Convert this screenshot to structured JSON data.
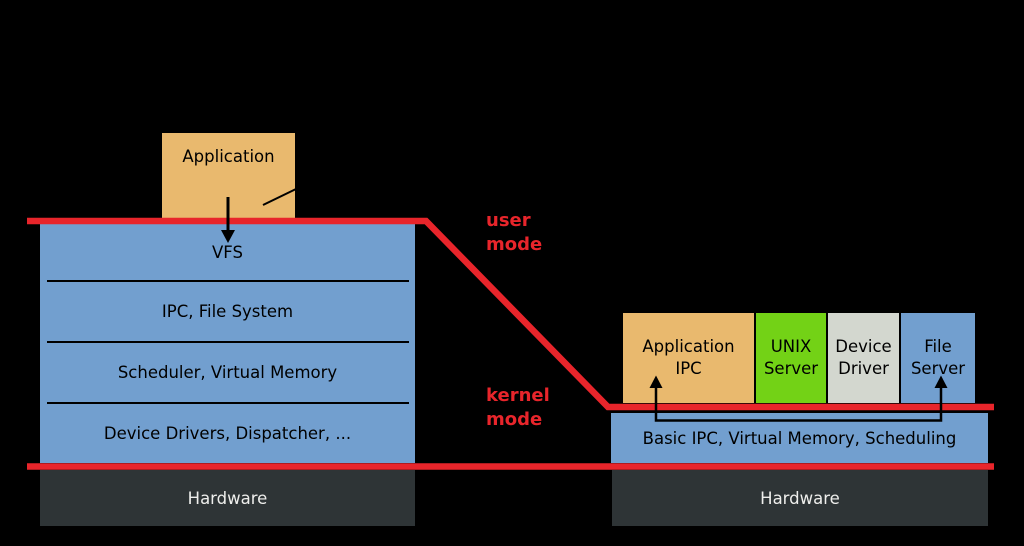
{
  "colors": {
    "background": "#000000",
    "red": "#e8252b",
    "tan": "#e9b96e",
    "blue": "#729fcf",
    "green": "#73d216",
    "gray": "#d3d7cf",
    "dark": "#2e3436",
    "ink": "#000000",
    "hardware_text": "#eeeeec"
  },
  "left_diagram": {
    "application": "Application",
    "kernel_layers": [
      "VFS",
      "IPC, File System",
      "Scheduler, Virtual Memory",
      "Device Drivers, Dispatcher, ..."
    ],
    "hardware": "Hardware"
  },
  "right_diagram": {
    "servers": [
      "Application IPC",
      "UNIX Server",
      "Device Driver",
      "File Server"
    ],
    "kernel": "Basic IPC, Virtual Memory, Scheduling",
    "hardware": "Hardware"
  },
  "mode_labels": {
    "user": "user mode",
    "kernel": "kernel mode"
  }
}
